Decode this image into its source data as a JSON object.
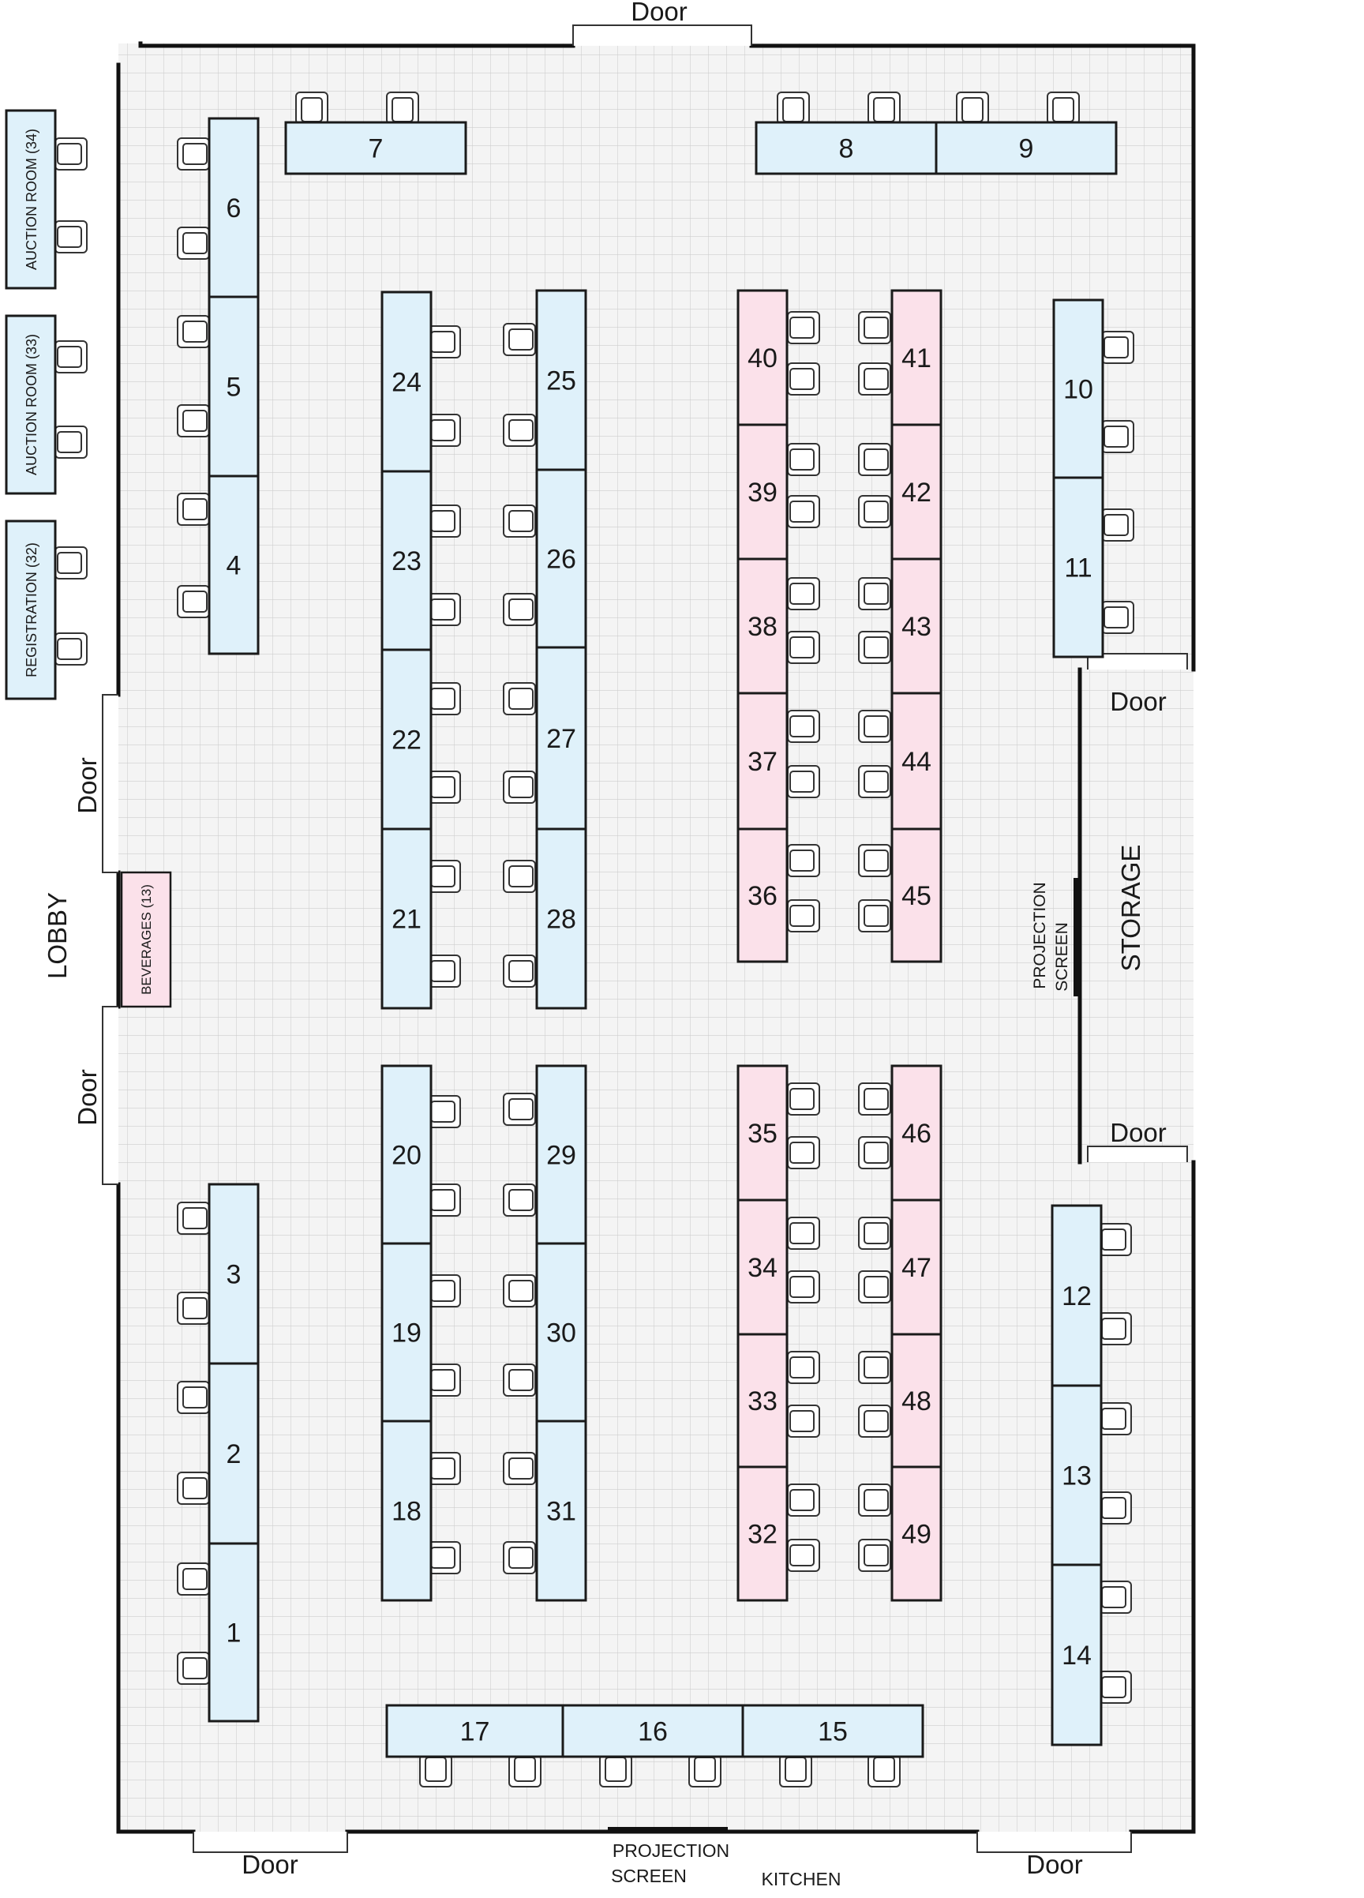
{
  "colors": {
    "blue_table": "#dff1fa",
    "pink_table": "#fbe1ea",
    "grid_line": "#cfcfcf",
    "floor_bg": "#f4f4f4",
    "wall": "#111111",
    "outline": "#1a1a1a"
  },
  "labels": {
    "door": "Door",
    "lobby": "LOBBY",
    "storage": "STORAGE",
    "projection": "PROJECTION",
    "screen": "SCREEN",
    "kitchen": "KITCHEN"
  },
  "outside_tables": [
    {
      "label": "AUCTION ROOM (34)"
    },
    {
      "label": "AUCTION ROOM (33)"
    },
    {
      "label": "REGISTRATION (32)"
    }
  ],
  "beverages": {
    "label": "BEVERAGES (13)"
  },
  "tables": [
    {
      "num": "1",
      "color": "blue"
    },
    {
      "num": "2",
      "color": "blue"
    },
    {
      "num": "3",
      "color": "blue"
    },
    {
      "num": "4",
      "color": "blue"
    },
    {
      "num": "5",
      "color": "blue"
    },
    {
      "num": "6",
      "color": "blue"
    },
    {
      "num": "7",
      "color": "blue"
    },
    {
      "num": "8",
      "color": "blue"
    },
    {
      "num": "9",
      "color": "blue"
    },
    {
      "num": "10",
      "color": "blue"
    },
    {
      "num": "11",
      "color": "blue"
    },
    {
      "num": "12",
      "color": "blue"
    },
    {
      "num": "13",
      "color": "blue"
    },
    {
      "num": "14",
      "color": "blue"
    },
    {
      "num": "15",
      "color": "blue"
    },
    {
      "num": "16",
      "color": "blue"
    },
    {
      "num": "17",
      "color": "blue"
    },
    {
      "num": "18",
      "color": "blue"
    },
    {
      "num": "19",
      "color": "blue"
    },
    {
      "num": "20",
      "color": "blue"
    },
    {
      "num": "21",
      "color": "blue"
    },
    {
      "num": "22",
      "color": "blue"
    },
    {
      "num": "23",
      "color": "blue"
    },
    {
      "num": "24",
      "color": "blue"
    },
    {
      "num": "25",
      "color": "blue"
    },
    {
      "num": "26",
      "color": "blue"
    },
    {
      "num": "27",
      "color": "blue"
    },
    {
      "num": "28",
      "color": "blue"
    },
    {
      "num": "29",
      "color": "blue"
    },
    {
      "num": "30",
      "color": "blue"
    },
    {
      "num": "31",
      "color": "blue"
    },
    {
      "num": "32",
      "color": "pink"
    },
    {
      "num": "33",
      "color": "pink"
    },
    {
      "num": "34",
      "color": "pink"
    },
    {
      "num": "35",
      "color": "pink"
    },
    {
      "num": "36",
      "color": "pink"
    },
    {
      "num": "37",
      "color": "pink"
    },
    {
      "num": "38",
      "color": "pink"
    },
    {
      "num": "39",
      "color": "pink"
    },
    {
      "num": "40",
      "color": "pink"
    },
    {
      "num": "41",
      "color": "pink"
    },
    {
      "num": "42",
      "color": "pink"
    },
    {
      "num": "43",
      "color": "pink"
    },
    {
      "num": "44",
      "color": "pink"
    },
    {
      "num": "45",
      "color": "pink"
    },
    {
      "num": "46",
      "color": "pink"
    },
    {
      "num": "47",
      "color": "pink"
    },
    {
      "num": "48",
      "color": "pink"
    },
    {
      "num": "49",
      "color": "pink"
    }
  ]
}
